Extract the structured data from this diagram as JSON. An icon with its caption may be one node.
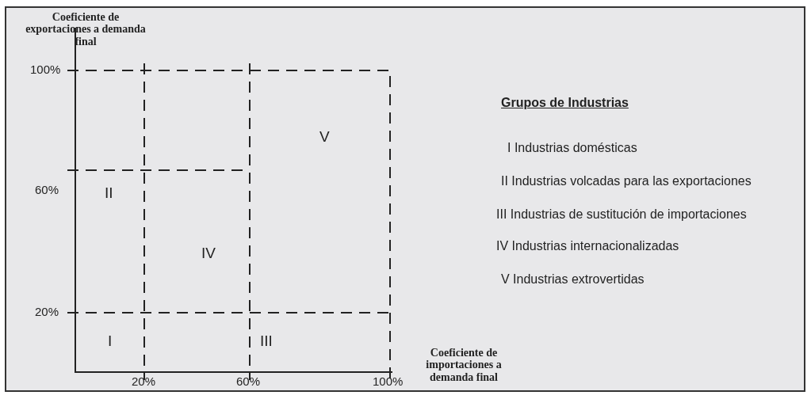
{
  "diagram": {
    "labels": [
      "Coeficiente de exportaciones a demanda final",
      "100%",
      "Grupos de Industrias",
      "V",
      "I Industrias domésticas",
      "II Industrias volcadas para las exportaciones",
      "60%",
      "II",
      "III Industrias de sustitución de importaciones",
      "IV",
      "IV Industrias internacionalizadas",
      "V Industrias extrovertidas",
      "20%",
      "I",
      "III",
      "Coeficiente de importaciones a demanda final",
      "20%",
      "60%",
      "100%"
    ]
  }
}
